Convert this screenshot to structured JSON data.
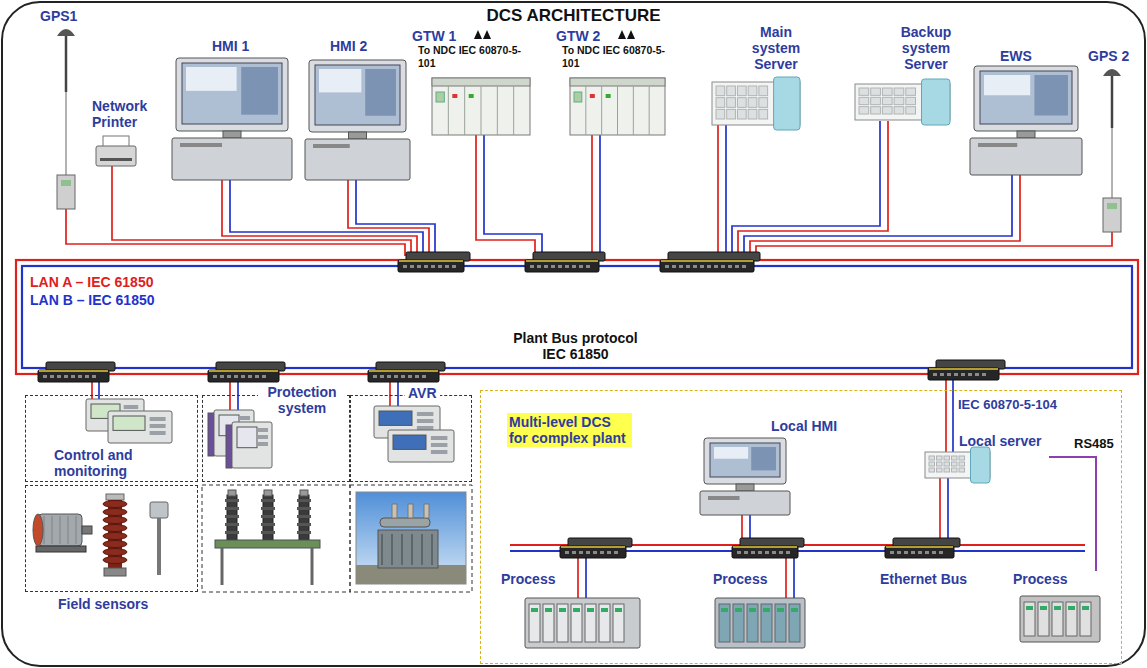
{
  "diagram": {
    "title": "DCS ARCHITECTURE",
    "nodes": [
      {
        "text": [
          "GPS1"
        ]
      },
      {
        "text": [
          "Network Printer"
        ]
      },
      {
        "text": [
          "HMI 1"
        ]
      },
      {
        "text": [
          "HMI 2"
        ]
      },
      {
        "text": [
          "GTW 1",
          "To NDC IEC 60870-5-101"
        ]
      },
      {
        "text": [
          "GTW 2",
          "To NDC IEC 60870-5-101"
        ]
      },
      {
        "text": [
          "Main system Server"
        ]
      },
      {
        "text": [
          "Backup system Server"
        ]
      },
      {
        "text": [
          "EWS"
        ]
      },
      {
        "text": [
          "GPS 2"
        ]
      },
      {
        "text": [
          "Control and monitoring"
        ]
      },
      {
        "text": [
          "Protection system"
        ]
      },
      {
        "text": [
          "AVR"
        ]
      },
      {
        "text": [
          "Field sensors"
        ]
      },
      {
        "text": [
          "Multi-level DCS for complex plant"
        ]
      },
      {
        "text": [
          "Local HMI"
        ],
        "in": 14
      },
      {
        "text": [
          "Local server"
        ],
        "in": 14
      },
      {
        "text": [
          "Process"
        ],
        "in": 14
      },
      {
        "text": [
          "Process"
        ],
        "in": 14
      },
      {
        "text": [
          "Process"
        ],
        "in": 14
      }
    ],
    "edges": [
      {
        "from": 16,
        "to": 19,
        "arrow": "none",
        "label": "RS485"
      }
    ],
    "labels": [
      "LAN A – IEC 61850",
      "LAN B – IEC 61850",
      "Plant Bus protocol IEC 61850",
      "IEC 60870-5-104",
      "Ethernet Bus"
    ]
  }
}
